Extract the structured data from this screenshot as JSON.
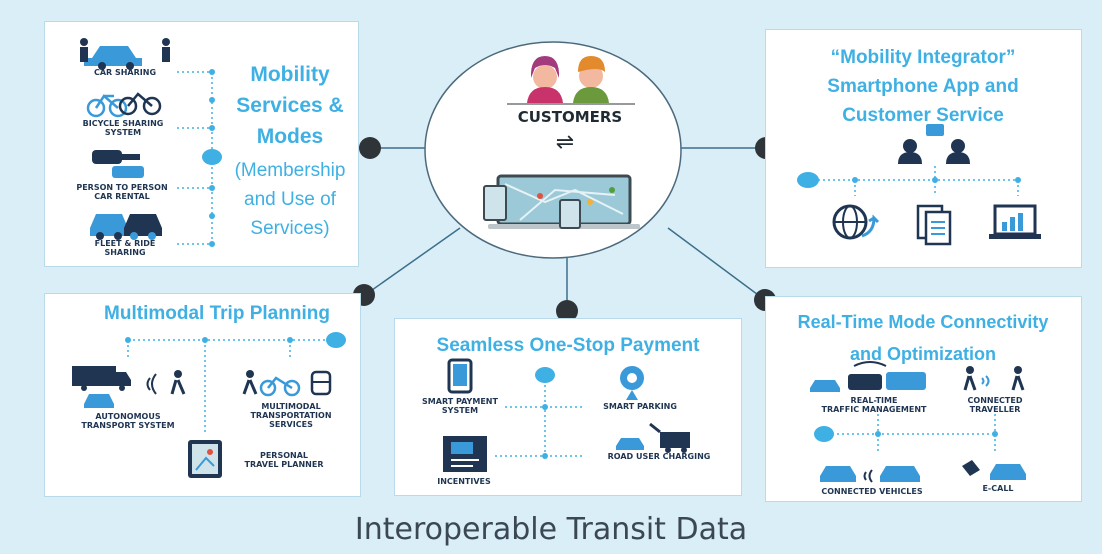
{
  "customers": {
    "label": "CUSTOMERS",
    "exchange_symbol": "⇌"
  },
  "mobility_services": {
    "title_lines": [
      "Mobility",
      "Services &",
      "Modes"
    ],
    "subtitle_lines": [
      "(Membership",
      "and Use of",
      "Services)"
    ],
    "items": [
      {
        "label_lines": [
          "CAR SHARING"
        ],
        "icon": "car-sharing-icon"
      },
      {
        "label_lines": [
          "BICYCLE SHARING",
          "SYSTEM"
        ],
        "icon": "bicycle-icon"
      },
      {
        "label_lines": [
          "PERSON TO PERSON",
          "CAR RENTAL"
        ],
        "icon": "car-key-icon"
      },
      {
        "label_lines": [
          "FLEET & RIDE",
          "SHARING"
        ],
        "icon": "fleet-icon"
      }
    ]
  },
  "integrator": {
    "title_lines": [
      "“Mobility Integrator”",
      "Smartphone App and",
      "Customer Service"
    ],
    "icons": [
      "globe-icon",
      "documents-icon",
      "laptop-chart-icon",
      "users-icon"
    ]
  },
  "trip_planning": {
    "title": "Multimodal Trip Planning",
    "items": [
      {
        "label_lines": [
          "AUTONOMOUS",
          "TRANSPORT SYSTEM"
        ],
        "icon": "autonomous-icon"
      },
      {
        "label_lines": [
          "MULTIMODAL",
          "TRANSPORTATION",
          "SERVICES"
        ],
        "icon": "multimodal-icon"
      },
      {
        "label_lines": [
          "PERSONAL",
          "TRAVEL PLANNER"
        ],
        "icon": "tablet-map-icon"
      }
    ]
  },
  "payment": {
    "title": "Seamless One-Stop Payment",
    "items": [
      {
        "label_lines": [
          "SMART PAYMENT",
          "SYSTEM"
        ],
        "icon": "smart-payment-icon"
      },
      {
        "label_lines": [
          "SMART PARKING"
        ],
        "icon": "parking-icon"
      },
      {
        "label_lines": [
          "ROAD USER CHARGING"
        ],
        "icon": "road-charging-icon"
      },
      {
        "label_lines": [
          "INCENTIVES"
        ],
        "icon": "incentives-icon"
      }
    ]
  },
  "realtime": {
    "title_lines": [
      "Real-Time Mode Connectivity",
      "and Optimization"
    ],
    "items": [
      {
        "label_lines": [
          "REAL-TIME",
          "TRAFFIC MANAGEMENT"
        ],
        "icon": "traffic-icon"
      },
      {
        "label_lines": [
          "CONNECTED",
          "TRAVELLER"
        ],
        "icon": "traveller-icon"
      },
      {
        "label_lines": [
          "CONNECTED VEHICLES"
        ],
        "icon": "connected-vehicles-icon"
      },
      {
        "label_lines": [
          "E-CALL"
        ],
        "icon": "ecall-icon"
      }
    ]
  },
  "footer": "Interoperable Transit Data",
  "colors": {
    "background": "#d9eef7",
    "accent": "#3fb0e3",
    "icon_dark": "#1f3552",
    "icon_blue": "#3a9ad9",
    "connector": "#2f3438"
  }
}
